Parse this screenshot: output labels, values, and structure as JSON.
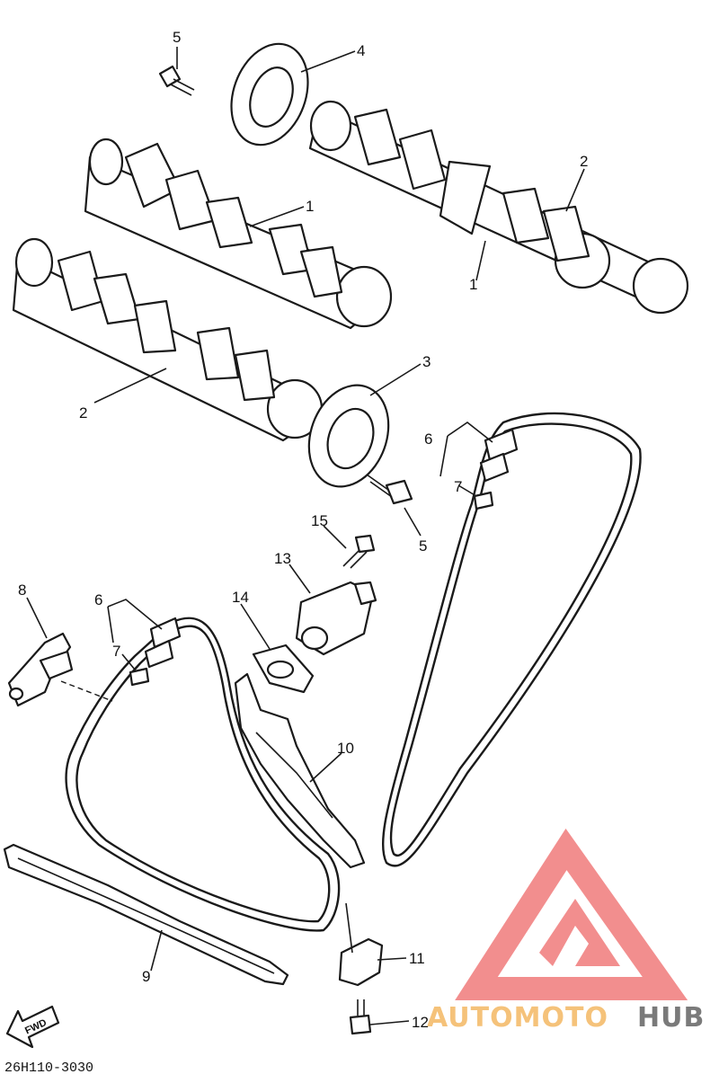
{
  "labels": {
    "l1a": "1",
    "l1b": "1",
    "l2a": "2",
    "l2b": "2",
    "l3": "3",
    "l4": "4",
    "l5a": "5",
    "l5b": "5",
    "l6a": "6",
    "l6b": "6",
    "l7a": "7",
    "l7b": "7",
    "l8": "8",
    "l9": "9",
    "l10": "10",
    "l11": "11",
    "l12": "12",
    "l13": "13",
    "l14": "14",
    "l15": "15"
  },
  "diagram_code": "26H110-3030",
  "fwd_label": "FWD",
  "watermark": {
    "part1": "AUTOMOTO",
    "part2": "HUB",
    "color1": "#f5c27a",
    "color2": "#7a7a7a",
    "logo_color": "#f07b7b"
  }
}
